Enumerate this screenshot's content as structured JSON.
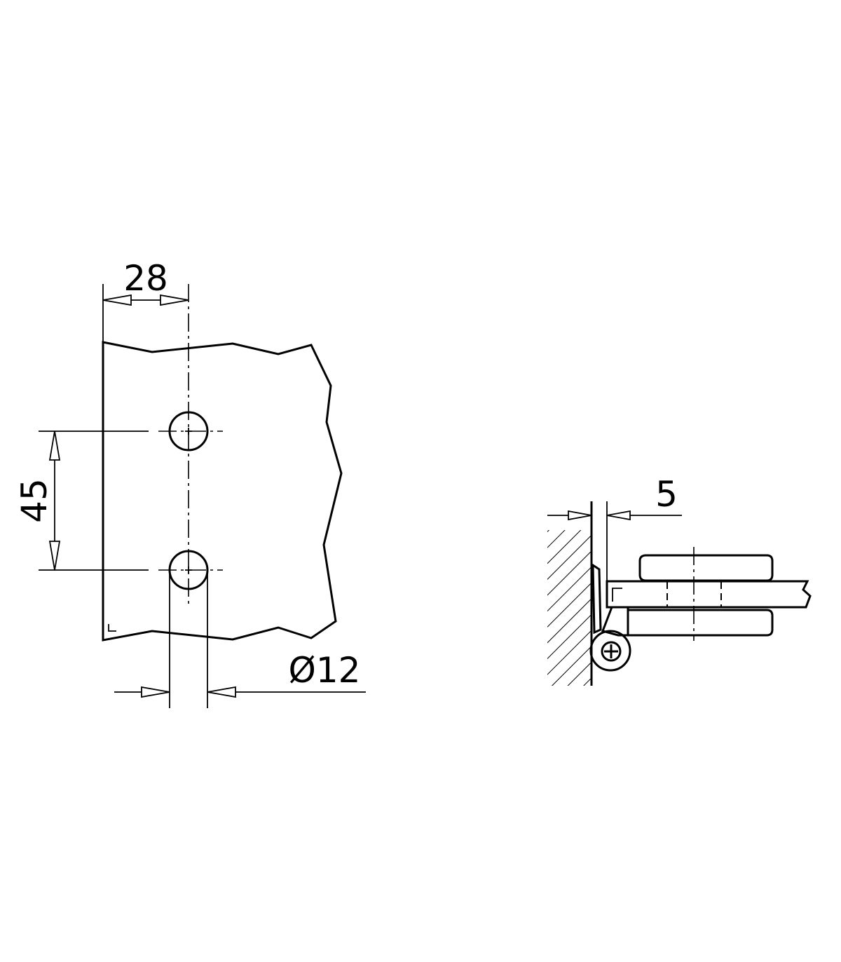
{
  "dimensions": {
    "hole_spacing_x": "28",
    "hole_spacing_y": "45",
    "hole_diameter": "Ø12",
    "wall_gap": "5"
  },
  "colors": {
    "line": "#000000",
    "background": "#ffffff"
  }
}
